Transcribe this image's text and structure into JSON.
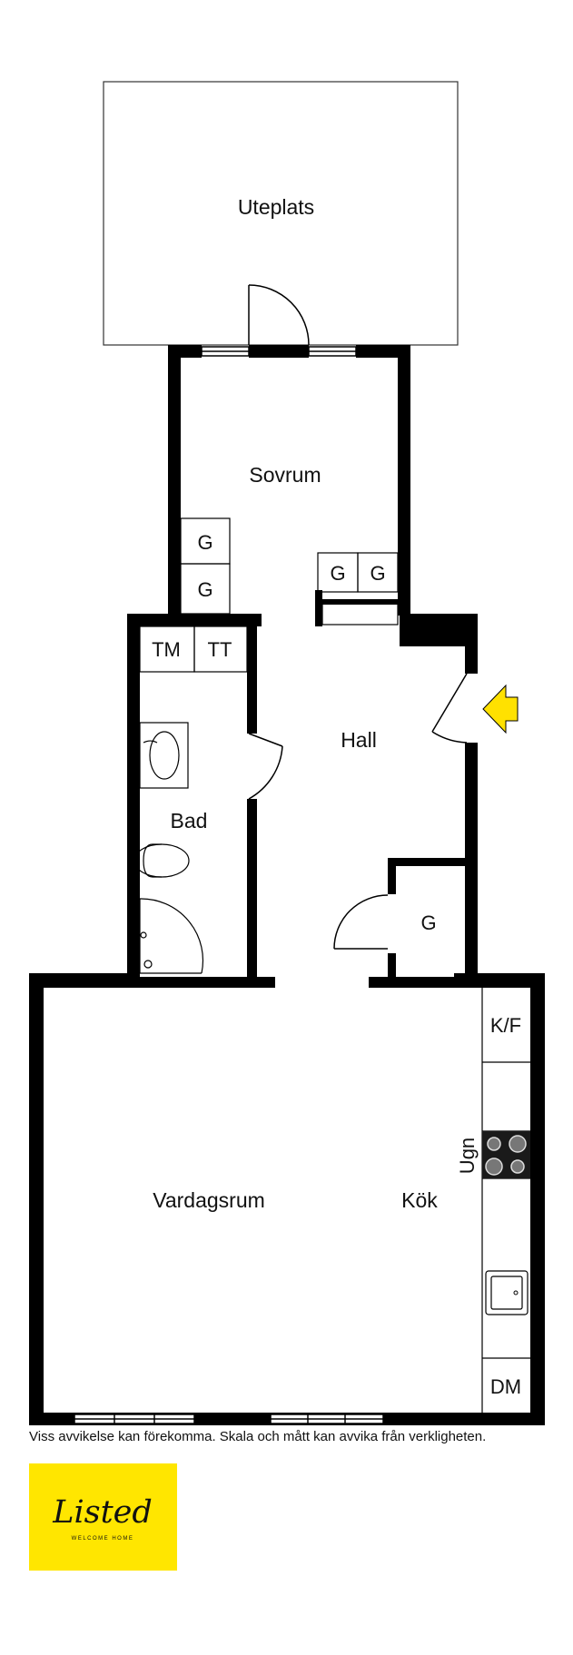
{
  "rooms": {
    "uteplats": "Uteplats",
    "sovrum": "Sovrum",
    "hall": "Hall",
    "bad": "Bad",
    "vardagsrum": "Vardagsrum",
    "kok": "Kök"
  },
  "fixtures": {
    "garderob": "G",
    "tvattmaskin": "TM",
    "torktumlare": "TT",
    "kyl_frys": "K/F",
    "ugn": "Ugn",
    "diskmaskin": "DM"
  },
  "disclaimer": "Viss avvikelse kan förekomma. Skala och mått kan avvika från verkligheten.",
  "logo": {
    "wordmark": "Listed",
    "tagline": "WELCOME HOME"
  },
  "colors": {
    "wall": "#000000",
    "entrance_arrow": "#FFE100",
    "logo_background": "#FFE600"
  }
}
